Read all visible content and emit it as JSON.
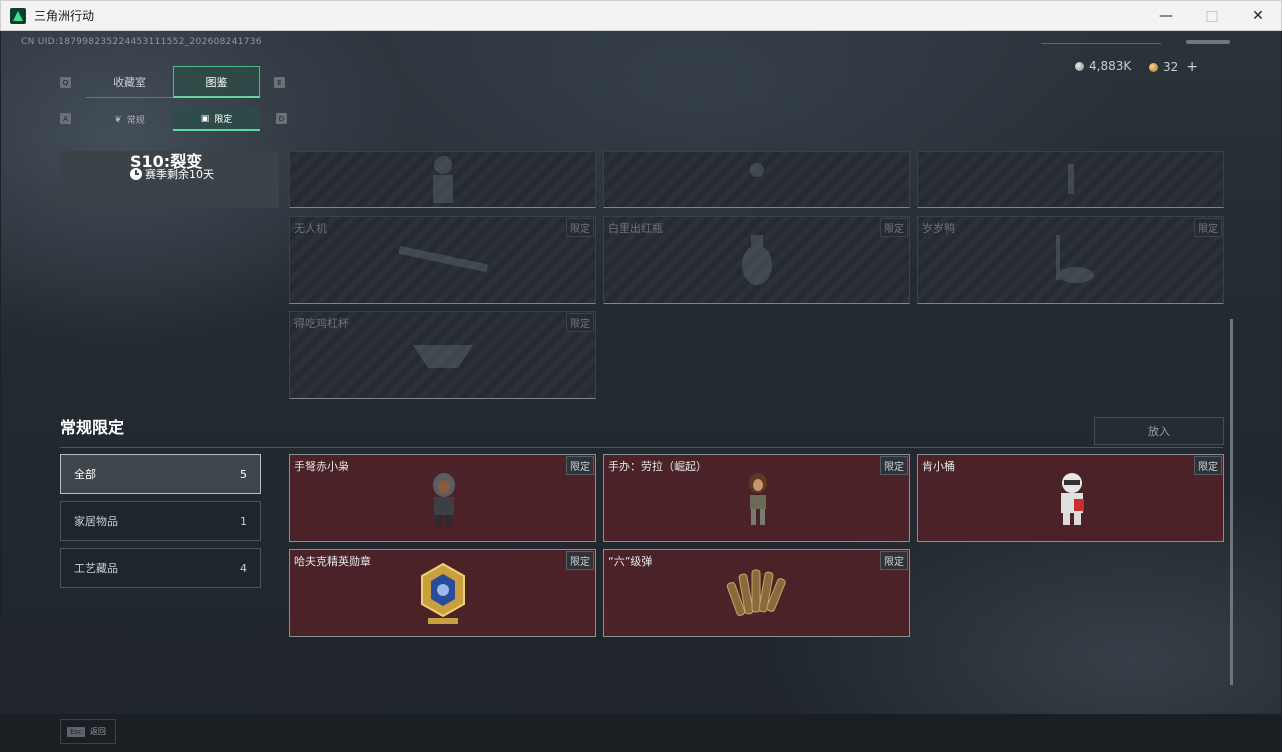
{
  "window": {
    "title": "三角洲行动"
  },
  "header": {
    "uid": "CN UID:187998235224453111552_202608241736",
    "silver": "4,883K",
    "gold": "32"
  },
  "tabs": {
    "main": [
      {
        "label": "收藏室",
        "key": "Q"
      },
      {
        "label": "图鉴",
        "key": "E"
      }
    ],
    "sub": [
      {
        "label": "常规",
        "key": "A"
      },
      {
        "label": "限定",
        "key": "D"
      }
    ]
  },
  "season": {
    "title": "S10:裂变",
    "remaining": "赛季剩余10天"
  },
  "upper_cards": [
    {
      "name": "",
      "tag": ""
    },
    {
      "name": "",
      "tag": ""
    },
    {
      "name": "",
      "tag": ""
    },
    {
      "name": "无人机",
      "tag": "限定"
    },
    {
      "name": "白里出红瓶",
      "tag": "限定"
    },
    {
      "name": "岁岁鸭",
      "tag": "限定"
    },
    {
      "name": "得吃鸡杠杯",
      "tag": "限定"
    }
  ],
  "section": {
    "title": "常规限定",
    "put_button": "放入",
    "filters": [
      {
        "label": "全部",
        "count": "5"
      },
      {
        "label": "家居物品",
        "count": "1"
      },
      {
        "label": "工艺藏品",
        "count": "4"
      }
    ],
    "cards": [
      {
        "name": "手弩赤小枭",
        "tag": "限定"
      },
      {
        "name": "手办：劳拉（崛起）",
        "tag": "限定"
      },
      {
        "name": "肯小桶",
        "tag": "限定"
      },
      {
        "name": "哈夫克精英勋章",
        "tag": "限定"
      },
      {
        "name": "“六”级弹",
        "tag": "限定"
      }
    ]
  },
  "footer": {
    "esc_key": "Esc",
    "back_label": "返回"
  },
  "colors": {
    "accent": "#5fd6a0",
    "card_red": "#4a2228",
    "panel": "#3b4248"
  }
}
